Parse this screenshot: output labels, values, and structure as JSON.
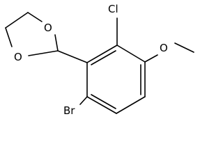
{
  "molecule": {
    "atoms": {
      "o1": "O",
      "o2": "O",
      "cl": "Cl",
      "o_methoxy": "O",
      "br": "Br"
    }
  }
}
